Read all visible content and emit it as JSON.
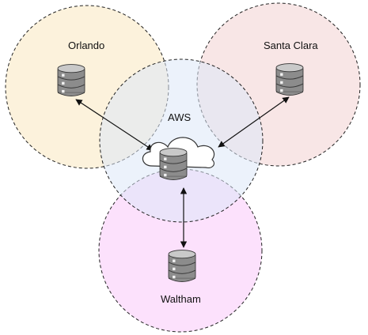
{
  "diagram": {
    "sites": [
      {
        "id": "orlando",
        "label": "Orlando",
        "color": "#fbf0d6"
      },
      {
        "id": "santa-clara",
        "label": "Santa Clara",
        "color": "#f7e2e2"
      },
      {
        "id": "waltham",
        "label": "Waltham",
        "color": "#fbdcfb"
      }
    ],
    "hub": {
      "id": "aws",
      "label": "AWS",
      "color": "#dce8f8"
    },
    "icons": {
      "database": "database-icon",
      "cloud": "cloud-icon"
    },
    "connections": [
      {
        "from": "orlando",
        "to": "aws",
        "style": "bidirectional-arrow"
      },
      {
        "from": "santa-clara",
        "to": "aws",
        "style": "bidirectional-arrow"
      },
      {
        "from": "waltham",
        "to": "aws",
        "style": "bidirectional-arrow"
      }
    ],
    "styles": {
      "circle_border": "#222222",
      "arrow_color": "#111111",
      "db_body": "#8c8c8c",
      "db_top": "#c9c9c9",
      "cloud_fill": "#ffffff",
      "cloud_stroke": "#333333"
    }
  }
}
